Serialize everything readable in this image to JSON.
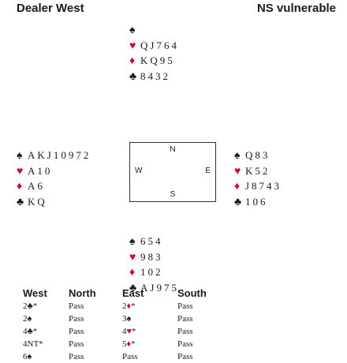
{
  "header": {
    "dealer": "Dealer West",
    "vulnerability": "NS vulnerable"
  },
  "suit_symbols": {
    "S": "♠",
    "H": "♥",
    "D": "♦",
    "C": "♣"
  },
  "colors": {
    "red_suit": "#c8102e",
    "black_suit": "#1a1a1a"
  },
  "hands": {
    "north": {
      "S": "",
      "H": "QJ764",
      "D": "KQ95",
      "C": "8432"
    },
    "west": {
      "S": "AKJ10972",
      "H": "A10",
      "D": "A6",
      "C": "KQ"
    },
    "east": {
      "S": "Q83",
      "H": "K52",
      "D": "J8743",
      "C": "106"
    },
    "south": {
      "S": "654",
      "H": "983",
      "D": "102",
      "C": "AJ975"
    }
  },
  "compass": {
    "N": "N",
    "S": "S",
    "W": "W",
    "E": "E"
  },
  "auction": {
    "headers": [
      "West",
      "North",
      "East",
      "South"
    ],
    "rows": [
      [
        "2♣*",
        "Pass",
        "2♦*",
        "Pass"
      ],
      [
        "2♠",
        "Pass",
        "3♠",
        "Pass"
      ],
      [
        "4♣*",
        "Pass",
        "4♥*",
        "Pass"
      ],
      [
        "4NT*",
        "Pass",
        "5♦*",
        "Pass"
      ],
      [
        "6♠",
        "Pass",
        "Pass",
        "Pass"
      ]
    ]
  }
}
